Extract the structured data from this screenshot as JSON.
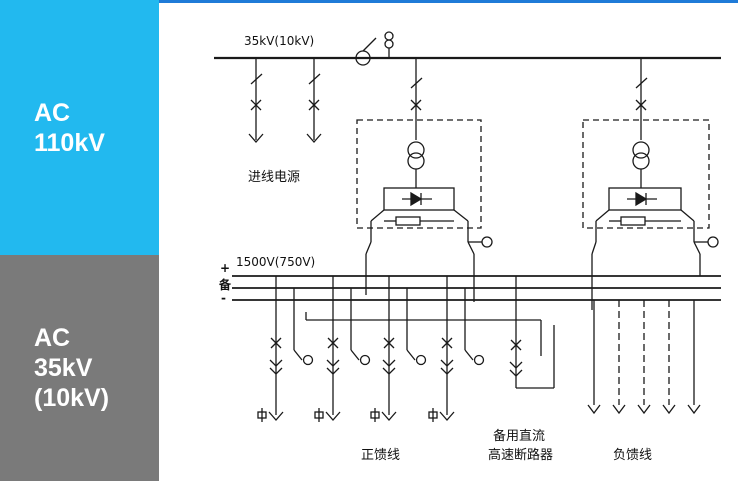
{
  "side_panels": {
    "ac110": {
      "line1": "AC",
      "line2": "110kV",
      "color": "#22b9ef"
    },
    "ac35": {
      "line1": "AC",
      "line2": "35kV",
      "line3": "(10kV)",
      "color": "#7a7a7a"
    }
  },
  "diagram": {
    "bus_35kv_label": "35kV(10kV)",
    "bus_dc_label": "1500V(750V)",
    "incoming_label": "进线电源",
    "positive_feeder_label": "正馈线",
    "spare_breaker_label_line1": "备用直流",
    "spare_breaker_label_line2": "高速断路器",
    "negative_feeder_label": "负馈线",
    "plus_mark": "+",
    "spare_mark": "备",
    "minus_mark": "-"
  }
}
